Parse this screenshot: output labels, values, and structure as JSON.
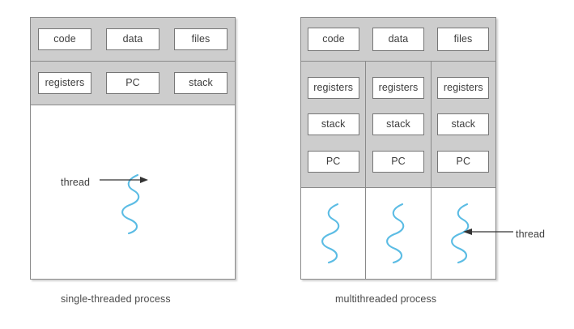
{
  "figure": {
    "type": "diagram",
    "topic": "single-threaded and multithreaded process memory layout",
    "thread_color": "#5bbce4",
    "band_color": "#cdcdcd",
    "border_color": "#8a8a8a",
    "text_color": "#3d3d3d"
  },
  "single_threaded": {
    "caption": "single-threaded process",
    "shared_resources": [
      {
        "label": "code"
      },
      {
        "label": "data"
      },
      {
        "label": "files"
      }
    ],
    "private_resources": [
      {
        "label": "registers"
      },
      {
        "label": "PC"
      },
      {
        "label": "stack"
      }
    ],
    "thread_label": "thread",
    "thread_count": 1
  },
  "multithreaded": {
    "caption": "multithreaded process",
    "shared_resources": [
      {
        "label": "code"
      },
      {
        "label": "data"
      },
      {
        "label": "files"
      }
    ],
    "threads": [
      {
        "private_resources": [
          {
            "label": "registers"
          },
          {
            "label": "stack"
          },
          {
            "label": "PC"
          }
        ]
      },
      {
        "private_resources": [
          {
            "label": "registers"
          },
          {
            "label": "stack"
          },
          {
            "label": "PC"
          }
        ]
      },
      {
        "private_resources": [
          {
            "label": "registers"
          },
          {
            "label": "stack"
          },
          {
            "label": "PC"
          }
        ]
      }
    ],
    "thread_label": "thread",
    "thread_count": 3
  }
}
